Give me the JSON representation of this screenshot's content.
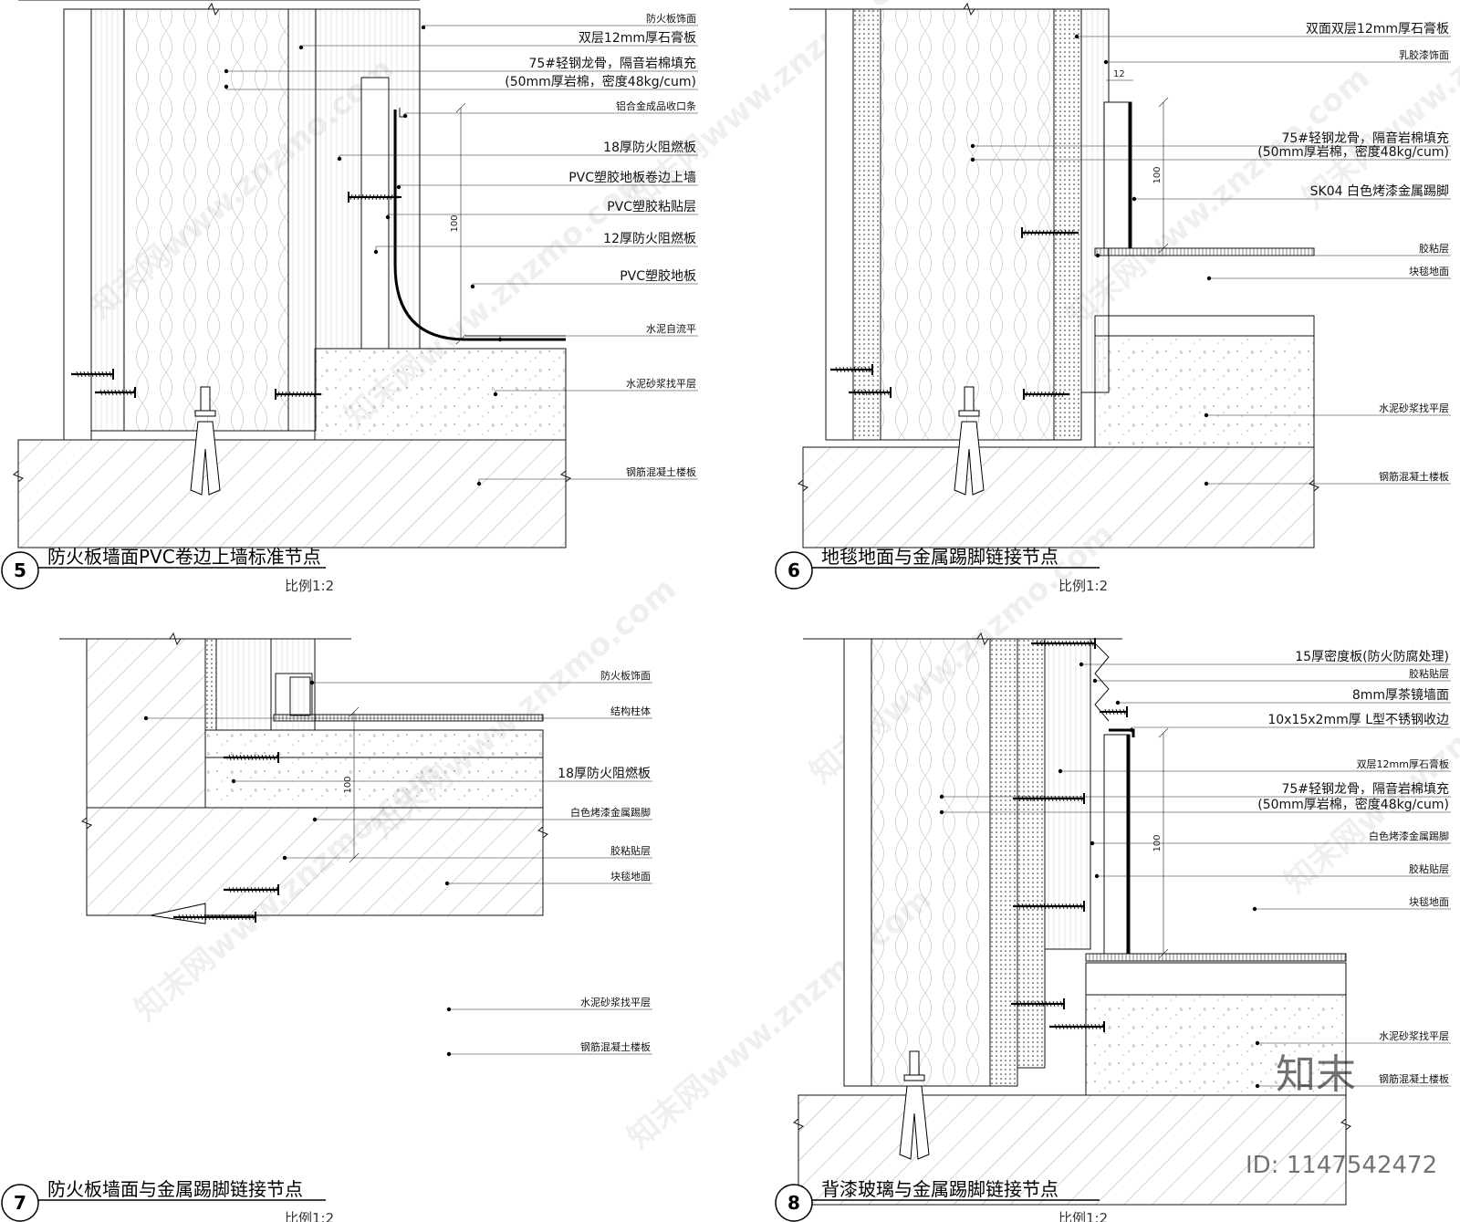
{
  "details": [
    {
      "number": "5",
      "title": "防火板墙面PVC卷边上墙标准节点",
      "scale": "比例1:2",
      "dimension": "100",
      "labels": [
        {
          "text": "防火板饰面",
          "big": false
        },
        {
          "text": "双层12mm厚石膏板",
          "big": true
        },
        {
          "text": "75#轻钢龙骨，隔音岩棉填充",
          "big": true
        },
        {
          "text": "(50mm厚岩棉，密度48kg/cum)",
          "big": true
        },
        {
          "text": "铝合金成品收口条",
          "big": false
        },
        {
          "text": "18厚防火阻燃板",
          "big": true
        },
        {
          "text": "PVC塑胶地板卷边上墙",
          "big": true
        },
        {
          "text": "PVC塑胶粘贴层",
          "big": true
        },
        {
          "text": "12厚防火阻燃板",
          "big": true
        },
        {
          "text": "PVC塑胶地板",
          "big": true
        },
        {
          "text": "水泥自流平",
          "big": false
        },
        {
          "text": "水泥砂浆找平层",
          "big": false
        },
        {
          "text": "钢筋混凝土楼板",
          "big": false
        }
      ]
    },
    {
      "number": "6",
      "title": "地毯地面与金属踢脚链接节点",
      "scale": "比例1:2",
      "dimension": "100",
      "small_dimension": "12",
      "labels": [
        {
          "text": "双面双层12mm厚石膏板",
          "big": true
        },
        {
          "text": "乳胶漆饰面",
          "big": false
        },
        {
          "text": "75#轻钢龙骨，隔音岩棉填充",
          "big": true
        },
        {
          "text": "(50mm厚岩棉，密度48kg/cum)",
          "big": true
        },
        {
          "text": "SK04 白色烤漆金属踢脚",
          "big": true
        },
        {
          "text": "胶粘层",
          "big": false
        },
        {
          "text": "块毯地面",
          "big": false
        },
        {
          "text": "水泥砂浆找平层",
          "big": false
        },
        {
          "text": "钢筋混凝土楼板",
          "big": false
        }
      ]
    },
    {
      "number": "7",
      "title": "防火板墙面与金属踢脚链接节点",
      "scale": "比例1:2",
      "dimension": "100",
      "labels": [
        {
          "text": "防火板饰面",
          "big": false
        },
        {
          "text": "结构柱体",
          "big": false
        },
        {
          "text": "18厚防火阻燃板",
          "big": true
        },
        {
          "text": "白色烤漆金属踢脚",
          "big": false
        },
        {
          "text": "胶粘贴层",
          "big": false
        },
        {
          "text": "块毯地面",
          "big": false
        },
        {
          "text": "水泥砂浆找平层",
          "big": false
        },
        {
          "text": "钢筋混凝土楼板",
          "big": false
        }
      ]
    },
    {
      "number": "8",
      "title": "背漆玻璃与金属踢脚链接节点",
      "scale": "比例1:2",
      "dimension": "100",
      "labels": [
        {
          "text": "15厚密度板(防火防腐处理)",
          "big": true
        },
        {
          "text": "胶粘贴层",
          "big": false
        },
        {
          "text": "8mm厚茶镜墙面",
          "big": true
        },
        {
          "text": "10x15x2mm厚 L型不锈钢收边",
          "big": true
        },
        {
          "text": "双层12mm厚石膏板",
          "big": false
        },
        {
          "text": "75#轻钢龙骨，隔音岩棉填充",
          "big": true
        },
        {
          "text": "(50mm厚岩棉，密度48kg/cum)",
          "big": true
        },
        {
          "text": "白色烤漆金属踢脚",
          "big": false
        },
        {
          "text": "胶粘贴层",
          "big": false
        },
        {
          "text": "块毯地面",
          "big": false
        },
        {
          "text": "水泥砂浆找平层",
          "big": false
        },
        {
          "text": "钢筋混凝土楼板",
          "big": false
        }
      ]
    }
  ],
  "watermark": {
    "text": "知末网www.znzmo.com",
    "brand": "知末",
    "id": "ID: 1147542472"
  }
}
